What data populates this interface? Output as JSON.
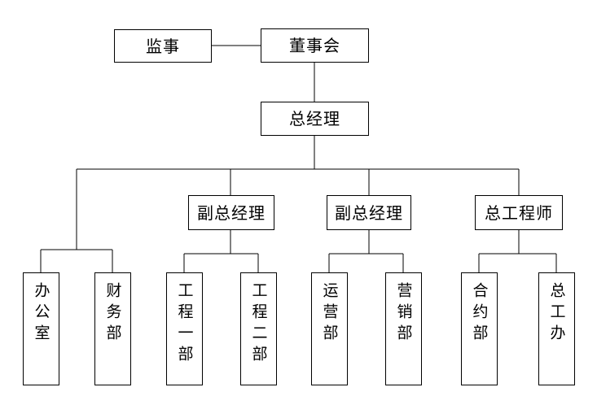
{
  "chart": {
    "type": "org-chart",
    "title": "",
    "background_color": "#ffffff",
    "line_color": "#000000",
    "box_border_color": "#000000",
    "box_fill_color": "#ffffff",
    "levels": [
      {
        "level": 1,
        "nodes": [
          {
            "id": "supervisor",
            "label": "监事",
            "orientation": "horizontal"
          },
          {
            "id": "board",
            "label": "董事会",
            "orientation": "horizontal"
          }
        ]
      },
      {
        "level": 2,
        "nodes": [
          {
            "id": "general-manager",
            "label": "总经理",
            "orientation": "horizontal"
          }
        ]
      },
      {
        "level": 3,
        "nodes": [
          {
            "id": "deputy-gm-1",
            "label": "副总经理",
            "orientation": "horizontal"
          },
          {
            "id": "deputy-gm-2",
            "label": "副总经理",
            "orientation": "horizontal"
          },
          {
            "id": "chief-engineer",
            "label": "总工程师",
            "orientation": "horizontal"
          }
        ]
      },
      {
        "level": 4,
        "nodes": [
          {
            "id": "office",
            "label": "办公室",
            "orientation": "vertical"
          },
          {
            "id": "finance-dept",
            "label": "财务部",
            "orientation": "vertical"
          },
          {
            "id": "engineering-dept-1",
            "label": "工程一部",
            "orientation": "vertical"
          },
          {
            "id": "engineering-dept-2",
            "label": "工程二部",
            "orientation": "vertical"
          },
          {
            "id": "operations-dept",
            "label": "运营部",
            "orientation": "vertical"
          },
          {
            "id": "marketing-dept",
            "label": "营销部",
            "orientation": "vertical"
          },
          {
            "id": "contract-dept",
            "label": "合约部",
            "orientation": "vertical"
          },
          {
            "id": "chief-engineer-office",
            "label": "总工办",
            "orientation": "vertical"
          }
        ]
      }
    ],
    "relations": [
      {
        "from": "supervisor",
        "to": "board",
        "style": "horizontal-link"
      },
      {
        "from": "board",
        "to": "general-manager",
        "style": "vertical"
      },
      {
        "from": "general-manager",
        "to": "office-group",
        "style": "tree"
      },
      {
        "from": "general-manager",
        "to": "deputy-gm-1",
        "style": "tree"
      },
      {
        "from": "general-manager",
        "to": "deputy-gm-2",
        "style": "tree"
      },
      {
        "from": "general-manager",
        "to": "chief-engineer",
        "style": "tree"
      },
      {
        "from": "office-group",
        "to": "office",
        "style": "tree"
      },
      {
        "from": "office-group",
        "to": "finance-dept",
        "style": "tree"
      },
      {
        "from": "deputy-gm-1",
        "to": "engineering-dept-1",
        "style": "tree"
      },
      {
        "from": "deputy-gm-1",
        "to": "engineering-dept-2",
        "style": "tree"
      },
      {
        "from": "deputy-gm-2",
        "to": "operations-dept",
        "style": "tree"
      },
      {
        "from": "deputy-gm-2",
        "to": "marketing-dept",
        "style": "tree"
      },
      {
        "from": "chief-engineer",
        "to": "contract-dept",
        "style": "tree"
      },
      {
        "from": "chief-engineer",
        "to": "chief-engineer-office",
        "style": "tree"
      }
    ]
  }
}
